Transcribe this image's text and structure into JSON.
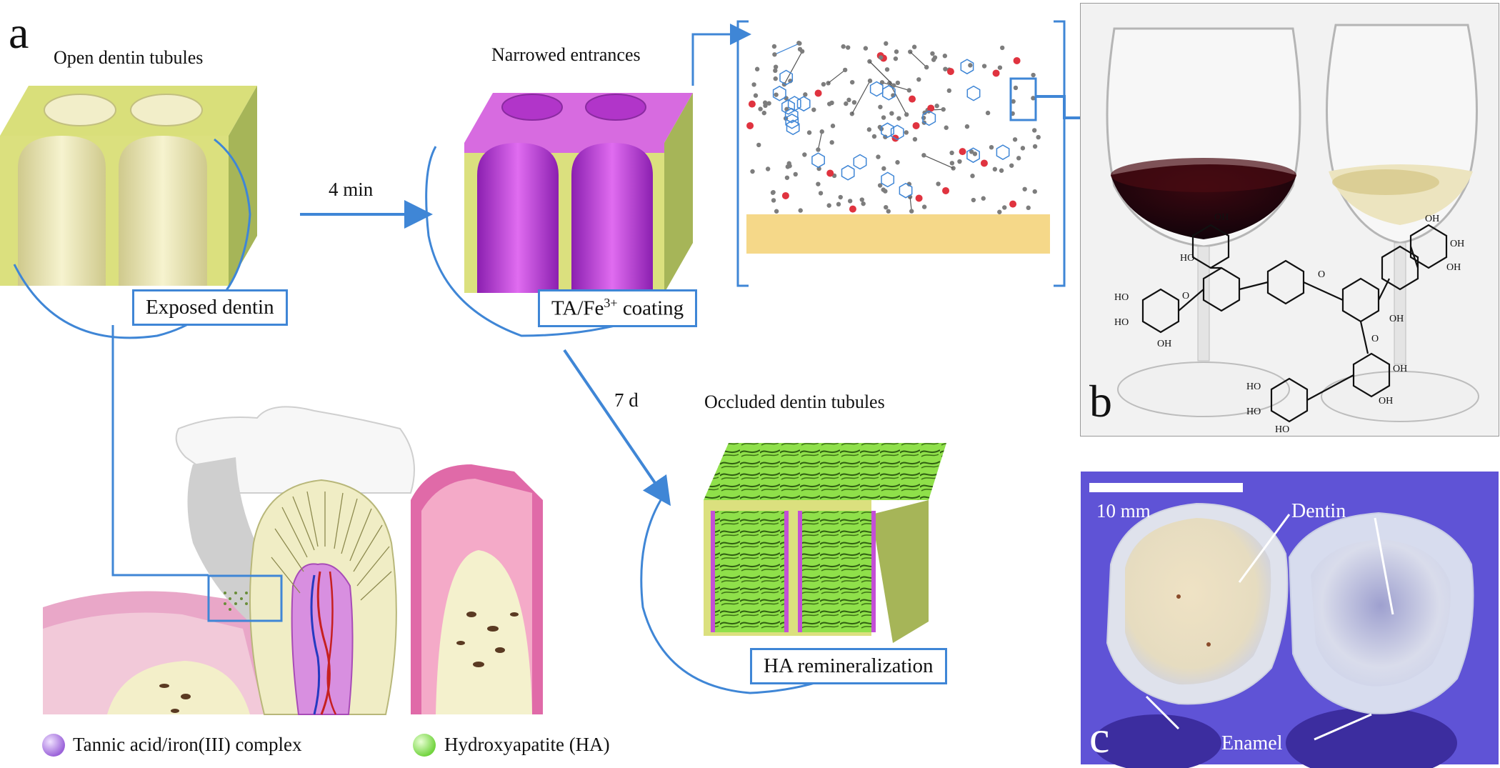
{
  "panels": {
    "a": "a",
    "b": "b",
    "c": "c"
  },
  "panel_a": {
    "open_tubules": "Open dentin tubules",
    "narrowed_entrances": "Narrowed entrances",
    "occluded_tubules": "Occluded dentin tubules",
    "exposed_dentin": "Exposed dentin",
    "coating_prefix": "TA/Fe",
    "coating_sup": "3+",
    "coating_suffix": " coating",
    "ha_remineralization": "HA remineralization",
    "time_1": "4 min",
    "time_2": "7 d",
    "legend": [
      {
        "label": "Tannic acid/iron(III) complex",
        "color": "#b48ae6"
      },
      {
        "label": "Hydroxyapatite (HA)",
        "color": "#8fe85a"
      }
    ]
  },
  "panel_b": {
    "oh": "OH",
    "ho": "HO",
    "o": "O"
  },
  "panel_c": {
    "scale_bar": "10 mm",
    "dentin": "Dentin",
    "enamel": "Enamel"
  },
  "colors": {
    "accent_blue": "#3f86d6",
    "dentin_yellow": "#e8e3a6",
    "coating_purple": "#c34fd6",
    "ha_green": "#7fe83a"
  }
}
